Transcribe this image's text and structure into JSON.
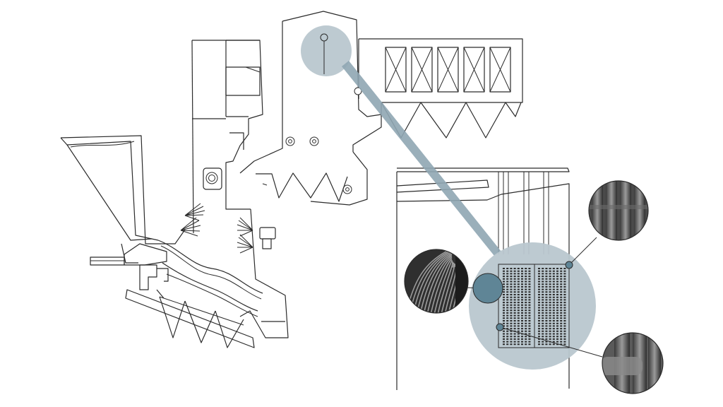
{
  "colors": {
    "line": "#2b2b2b",
    "highlight": "#7f98a6",
    "highlight_fill": "#b9c7cf",
    "node": "#5f8596",
    "background": "#ffffff"
  },
  "icons": [
    "magnifier-callout-icon",
    "photo-detail-icon"
  ],
  "callouts": [
    {
      "id": "furnace-top",
      "kind": "highlight"
    },
    {
      "id": "heat-exchanger-tubes",
      "kind": "magnified-detail"
    },
    {
      "id": "tube-detail-upper-right",
      "kind": "photo"
    },
    {
      "id": "tube-detail-left",
      "kind": "photo"
    },
    {
      "id": "tube-detail-lower-right",
      "kind": "photo"
    }
  ]
}
